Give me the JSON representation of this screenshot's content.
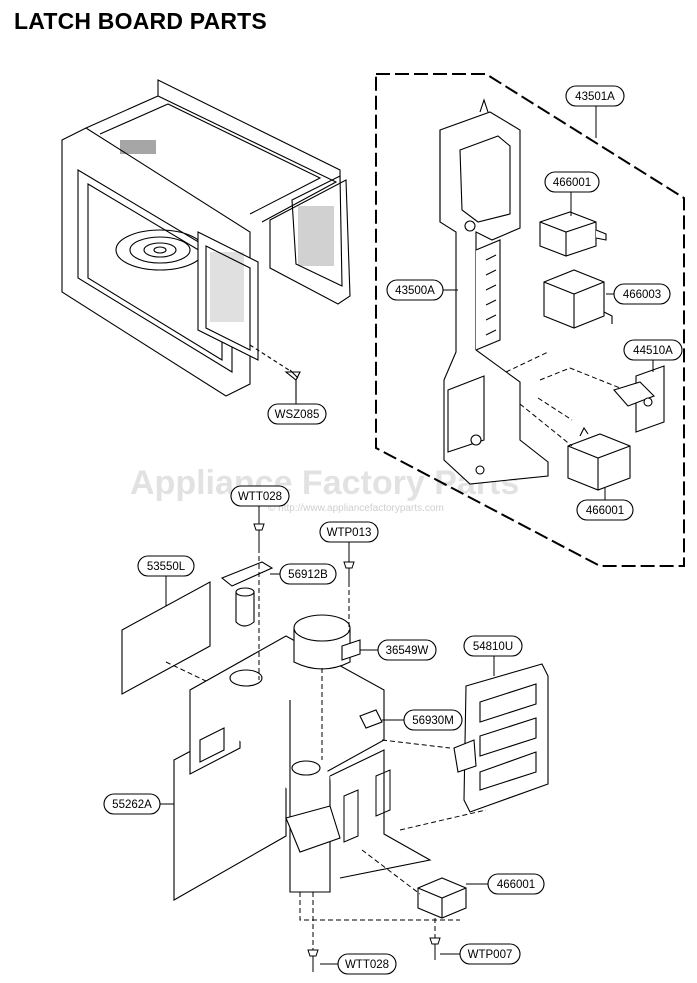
{
  "title": "LATCH BOARD PARTS",
  "watermark": {
    "text": "Appliance Factory Parts",
    "url": "© http://www.appliancefactoryparts.com"
  },
  "labels": {
    "l43501A": "43501A",
    "l466001_top": "466001",
    "l43500A": "43500A",
    "l466003": "466003",
    "l44510A": "44510A",
    "l466001_mid": "466001",
    "lWSZ085": "WSZ085",
    "lWTT028_top": "WTT028",
    "lWTP013": "WTP013",
    "l53550L": "53550L",
    "l56912B": "56912B",
    "l36549W": "36549W",
    "l54810U": "54810U",
    "l56930M": "56930M",
    "l55262A": "55262A",
    "l466001_bot": "466001",
    "lWTT028_bot": "WTT028",
    "lWTP007": "WTP007"
  }
}
